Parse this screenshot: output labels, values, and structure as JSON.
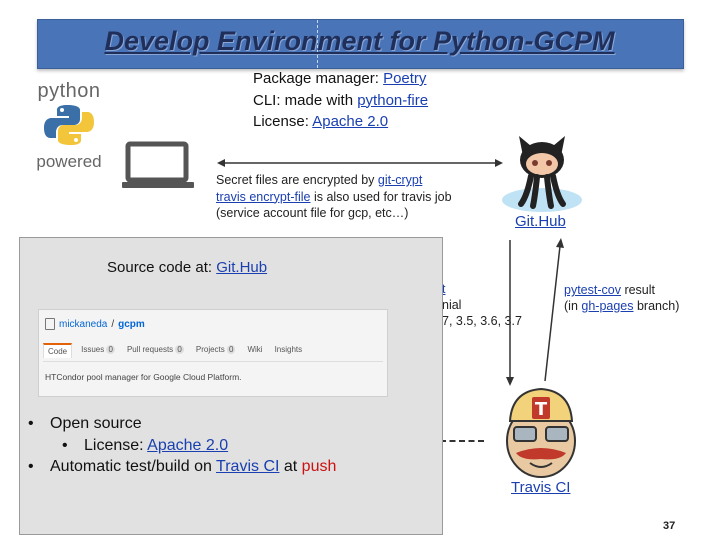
{
  "title": "Develop Environment for Python-GCPM",
  "python_logo": {
    "top": "python",
    "bottom": "powered"
  },
  "info": {
    "pm_label": "Package manager: ",
    "pm_link": "Poetry",
    "cli_label": "CLI: made with ",
    "cli_link": "python-fire",
    "lic_label": "License: ",
    "lic_link": "Apache 2.0"
  },
  "secret": {
    "line1_pre": "Secret files are encrypted by ",
    "line1_link": "git-crypt",
    "line2_link": "travis encrypt-file",
    "line2_post": " is also used for travis job",
    "line3": "(service account file for gcp, etc…)"
  },
  "github_label": "Git.Hub",
  "travis_text": {
    "line1_tail": "t",
    "line2_tail": "nial",
    "line3_tail": "7, 3.5, 3.6, 3.7"
  },
  "coverage": {
    "line1_link": "pytest-cov",
    "line1_post": " result",
    "line2_pre": "(in ",
    "line2_link": "gh-pages",
    "line2_post": " branch)"
  },
  "travis_label": "Travis CI",
  "page_number": "37",
  "overlay": {
    "source_label": "Source code at: ",
    "source_link": "Git.Hub",
    "repo": {
      "owner": "mickaneda",
      "sep": " / ",
      "name": "gcpm",
      "tabs": [
        {
          "label": "Code",
          "count": ""
        },
        {
          "label": "Issues",
          "count": "0"
        },
        {
          "label": "Pull requests",
          "count": "0"
        },
        {
          "label": "Projects",
          "count": "0"
        },
        {
          "label": "Wiki",
          "count": ""
        },
        {
          "label": "Insights",
          "count": ""
        }
      ],
      "description": "HTCondor pool manager for Google Cloud Platform."
    },
    "bullets": {
      "b1": "Open source",
      "b2_label": "License: ",
      "b2_link": "Apache 2.0",
      "b3_pre": "Automatic test/build on ",
      "b3_link": "Travis CI",
      "b3_mid": " at ",
      "b3_push": "push"
    }
  },
  "colors": {
    "title_bg": "#4a74b8",
    "title_text": "#1f2f5a",
    "link": "#1a3fb0",
    "push": "#cc1111",
    "overlay_bg": "#e1e1e1"
  }
}
